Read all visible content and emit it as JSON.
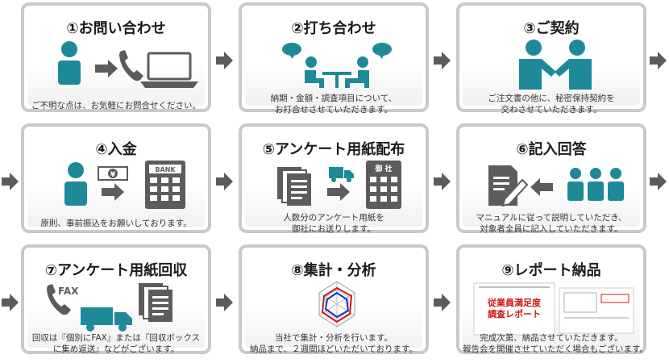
{
  "colors": {
    "teal": "#1e8a99",
    "gray": "#5c5c5c",
    "border": "#c9c9c9"
  },
  "steps": [
    {
      "title": "①お問い合わせ",
      "desc": [
        "ご不明な点は、お気軽にお問合せください。"
      ],
      "icons": [
        "person-icon",
        "arrow-right-icon",
        "phone-icon",
        "laptop-icon"
      ]
    },
    {
      "title": "②打ち合わせ",
      "desc": [
        "納期・金額・調査項目について、",
        "お打合せさせていただきます。"
      ],
      "icons": [
        "meeting-icon"
      ]
    },
    {
      "title": "③ご契約",
      "desc": [
        "ご注文書の他に、秘密保持契約を",
        "交わさせていただきます。"
      ],
      "icons": [
        "handshake-icon"
      ]
    },
    {
      "title": "④入金",
      "desc": [
        "原則、事前振込をお願いしております。"
      ],
      "icons": [
        "person-icon",
        "yen-bill-icon",
        "arrow-right-icon",
        "bank-icon"
      ],
      "bank_label": "BANK",
      "yen_label": "¥"
    },
    {
      "title": "⑤アンケート用紙配布",
      "desc": [
        "人数分のアンケート用紙を",
        "御社にお送りします。"
      ],
      "icons": [
        "documents-icon",
        "truck-icon",
        "arrow-right-icon",
        "office-icon"
      ],
      "office_label": "御 社"
    },
    {
      "title": "⑥記入回答",
      "desc": [
        "マニュアルに従って説明していただき、",
        "対象者全員に記入していただきます。"
      ],
      "icons": [
        "form-pen-icon",
        "arrow-left-icon",
        "group-icon"
      ]
    },
    {
      "title": "⑦アンケート用紙回収",
      "desc": [
        "回収は『個別にFAX』または『回収ボックス",
        "に集め返送』などがございます。"
      ],
      "icons": [
        "fax-phone-icon",
        "truck-icon",
        "documents-icon"
      ],
      "fax_label": "FAX"
    },
    {
      "title": "⑧集計・分析",
      "desc": [
        "当社で集計・分析を行います。",
        "納品まで、２週間ほどいただいております。"
      ],
      "icons": [
        "radar-chart-icon"
      ]
    },
    {
      "title": "⑨レポート納品",
      "desc": [
        "完成次第、納品させていただきます。",
        "報告会を開催させていただく場合もございます。"
      ],
      "icons": [
        "report-icon"
      ],
      "report_heading": [
        "従業員満足度",
        "調査レポート"
      ]
    }
  ]
}
